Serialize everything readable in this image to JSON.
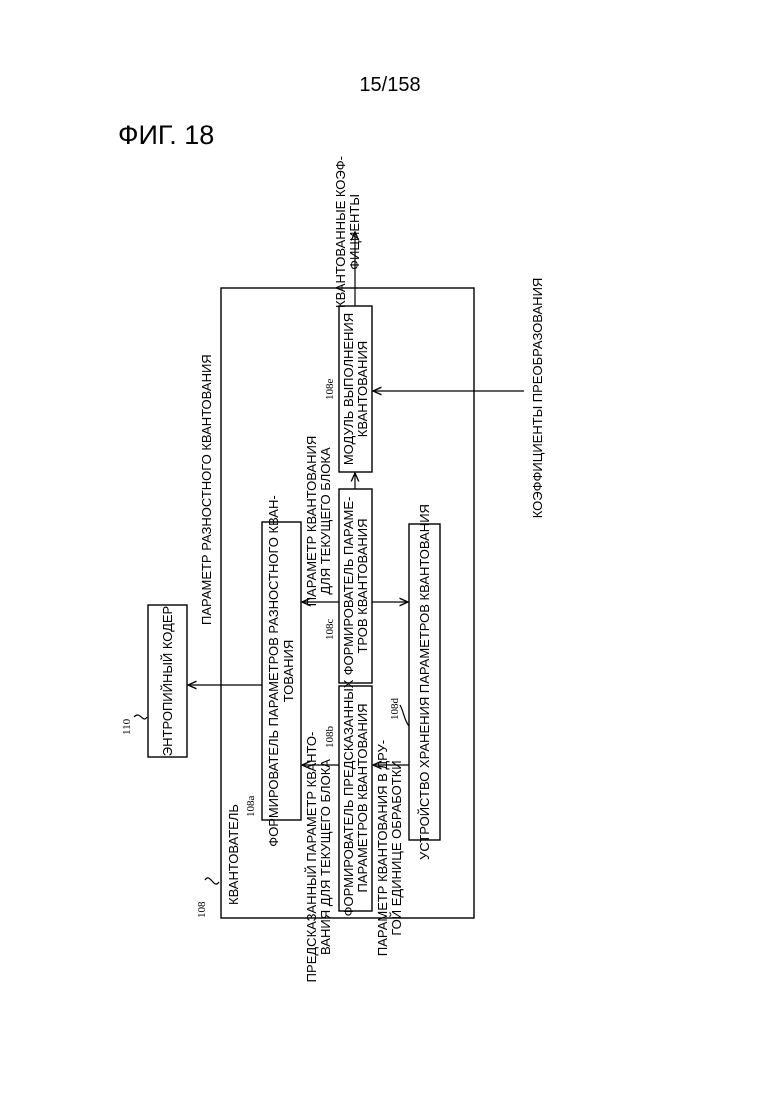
{
  "page_number": "15/158",
  "figure_title": "ФИГ. 18",
  "refs": {
    "quantizer": "108",
    "diff_former": "108a",
    "pred_former": "108b",
    "param_former": "108c",
    "storage": "108d",
    "exec": "108e",
    "entropy": "110"
  },
  "blocks": {
    "quantizer": "КВАНТОВАТЕЛЬ",
    "entropy": "ЭНТРОПИЙНЫЙ КОДЕР",
    "diff_former": [
      "ФОРМИРОВАТЕЛЬ ПАРАМЕТРОВ РАЗНОСТНОГО КВАН-",
      "ТОВАНИЯ"
    ],
    "pred_former": [
      "ФОРМИРОВАТЕЛЬ ПРЕДСКАЗАННЫХ",
      "ПАРАМЕТРОВ КВАНТОВАНИЯ"
    ],
    "param_former": [
      "ФОРМИРОВАТЕЛЬ ПАРАМЕ-",
      "ТРОВ КВАНТОВАНИЯ"
    ],
    "exec": [
      "МОДУЛЬ ВЫПОЛНЕНИЯ",
      "КВАНТОВАНИЯ"
    ],
    "storage": "УСТРОЙСТВО ХРАНЕНИЯ ПАРАМЕТРОВ КВАНТОВАНИЯ"
  },
  "signals": {
    "diff_param": "ПАРАМЕТР РАЗНОСТНОГО КВАНТОВАНИЯ",
    "current_param": [
      "ПАРАМЕТР КВАНТОВАНИЯ",
      "ДЛЯ ТЕКУЩЕГО БЛОКА"
    ],
    "predicted_param": [
      "ПРЕДСКАЗАННЫЙ ПАРАМЕТР КВАНТО-",
      "ВАНИЯ ДЛЯ ТЕКУЩЕГО БЛОКА"
    ],
    "other_unit_param": [
      "ПАРАМЕТР КВАНТОВАНИЯ В ДРУ-",
      "ГОЙ ЕДИНИЦЕ ОБРАБОТКИ"
    ],
    "quantized_coeffs": [
      "КВАНТОВАННЫЕ КОЭФ-",
      "ФИЦИЕНТЫ"
    ],
    "transform_coeffs": "КОЭФФИЦИЕНТЫ ПРЕОБРАЗОВАНИЯ"
  }
}
